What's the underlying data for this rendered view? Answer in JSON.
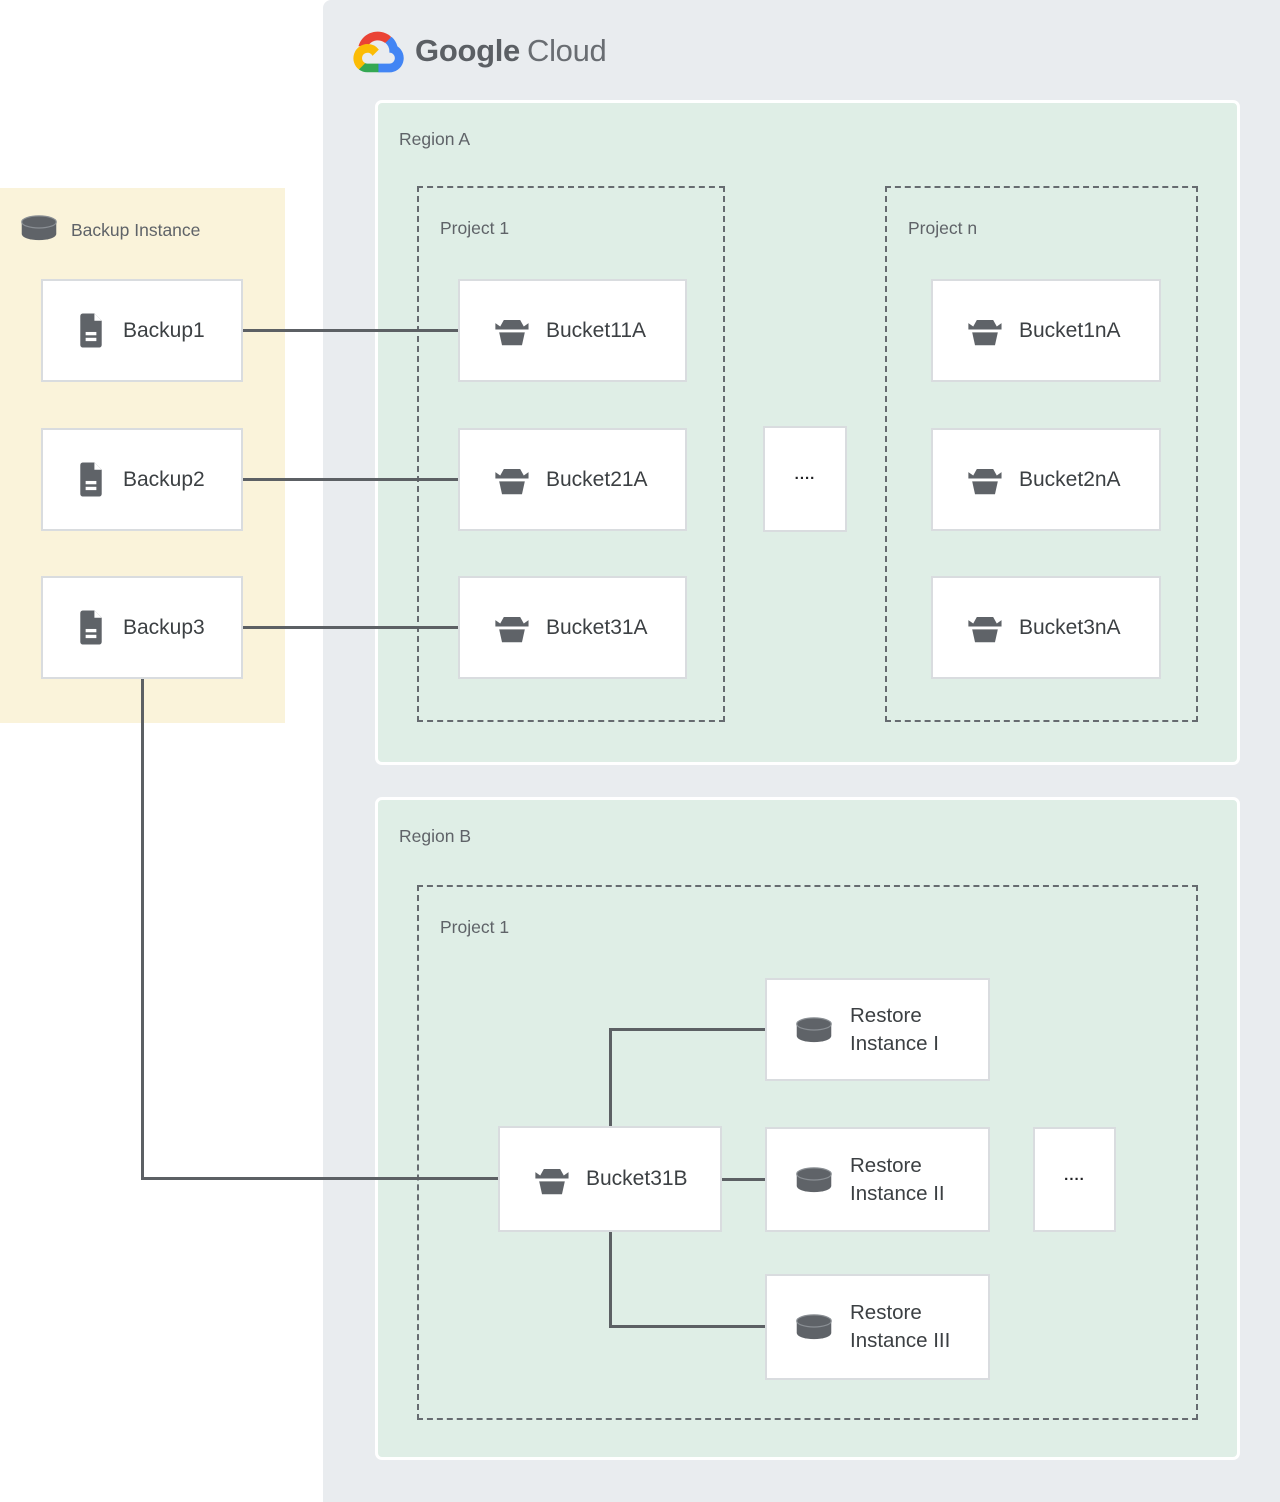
{
  "logo": {
    "google": "Google",
    "cloud": "Cloud"
  },
  "backup_panel": {
    "title": "Backup Instance",
    "items": [
      {
        "label": "Backup1"
      },
      {
        "label": "Backup2"
      },
      {
        "label": "Backup3"
      }
    ]
  },
  "region_a": {
    "label": "Region A",
    "project1": {
      "label": "Project 1",
      "buckets": [
        "Bucket11A",
        "Bucket21A",
        "Bucket31A"
      ]
    },
    "dots": "....",
    "project_n": {
      "label": "Project n",
      "buckets": [
        "Bucket1nA",
        "Bucket2nA",
        "Bucket3nA"
      ]
    }
  },
  "region_b": {
    "label": "Region B",
    "project1": {
      "label": "Project 1",
      "bucket": "Bucket31B",
      "dots": "....",
      "restores": [
        {
          "line1": "Restore",
          "line2": "Instance I"
        },
        {
          "line1": "Restore",
          "line2": "Instance II"
        },
        {
          "line1": "Restore",
          "line2": "Instance III"
        }
      ]
    }
  },
  "icons": [
    "google-cloud-logo-icon",
    "database-icon",
    "document-icon",
    "bucket-icon"
  ],
  "colors": {
    "outer_bg": "#e9ecef",
    "region_bg": "#dfeee6",
    "backup_panel_bg": "#faf3da",
    "node_border": "#d9dcdf",
    "dashed_border": "#666b70",
    "connector": "#5c6064",
    "label_gray": "#5f6368",
    "text_dark": "#3c4043",
    "icon_gray": "#5f6368",
    "logo_red": "#ea4335",
    "logo_blue": "#4285f4",
    "logo_green": "#34a853",
    "logo_yellow": "#fbbc05"
  }
}
